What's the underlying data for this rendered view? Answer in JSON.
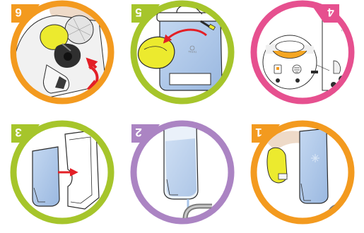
{
  "panels": [
    {
      "step": "6",
      "ring_color": "#f39a1f",
      "content": "tank-filter-removal"
    },
    {
      "step": "5",
      "ring_color": "#a6c52b",
      "content": "filter-insert-into-tank"
    },
    {
      "step": "4",
      "ring_color": "#e6508f",
      "content": "machine-control-panel-zoom"
    },
    {
      "step": "3",
      "ring_color": "#a6c52b",
      "content": "tank-reinsert"
    },
    {
      "step": "2",
      "ring_color": "#ab84c3",
      "content": "tank-water-fill"
    },
    {
      "step": "1",
      "ring_color": "#f39a1f",
      "content": "filter-soak"
    }
  ],
  "brand": {
    "logo_text": "TEFAL"
  },
  "colors": {
    "filter_yellow": "#ecea2e",
    "arrow_red": "#e31f26",
    "water_blue": "#a9c5e8",
    "tank_outline": "#2b2b2b"
  }
}
